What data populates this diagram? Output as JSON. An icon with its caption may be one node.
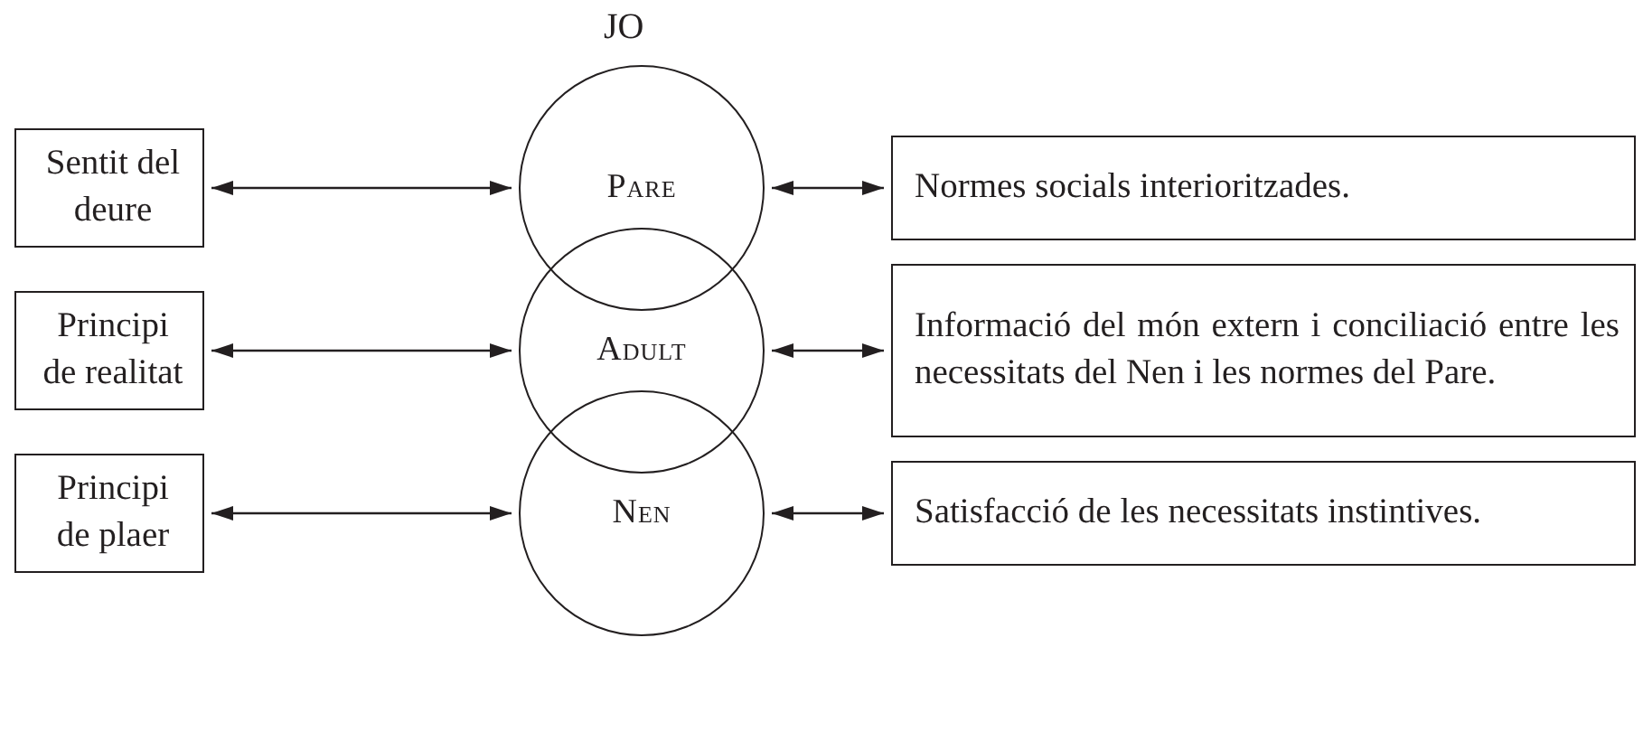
{
  "diagram": {
    "nodes": [
      {
        "text": [
          "Sentit del deure"
        ]
      },
      {
        "text": [
          "Pare"
        ]
      },
      {
        "text": [
          "Normes socials interioritzades."
        ]
      },
      {
        "text": [
          "Principi de realitat"
        ]
      },
      {
        "text": [
          "Adult"
        ]
      },
      {
        "text": [
          "Informació del món extern i conciliació entre les necessitats del Nen i les normes del Pare."
        ]
      },
      {
        "text": [
          "Principi de plaer"
        ]
      },
      {
        "text": [
          "Nen"
        ]
      },
      {
        "text": [
          "Satisfacció de les necessitats instintives."
        ]
      }
    ],
    "edges": [
      {
        "from": 0,
        "to": 1,
        "arrow": "both"
      },
      {
        "from": 1,
        "to": 2,
        "arrow": "both"
      },
      {
        "from": 3,
        "to": 4,
        "arrow": "both"
      },
      {
        "from": 4,
        "to": 5,
        "arrow": "both"
      },
      {
        "from": 6,
        "to": 7,
        "arrow": "both"
      },
      {
        "from": 7,
        "to": 8,
        "arrow": "both"
      }
    ],
    "labels": [
      "JO"
    ]
  }
}
